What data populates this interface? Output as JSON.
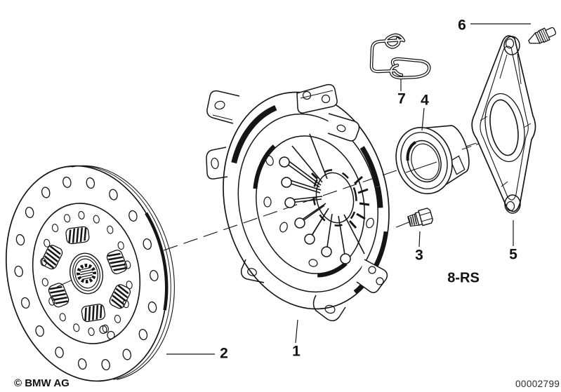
{
  "diagram": {
    "title": "clutch-exploded-view",
    "callouts": {
      "c1": "1",
      "c2": "2",
      "c3": "3",
      "c4": "4",
      "c5": "5",
      "c6": "6",
      "c7": "7"
    },
    "variant_code": "8-RS"
  },
  "footer": {
    "copyright": "© BMW AG",
    "document_number": "00002799"
  }
}
